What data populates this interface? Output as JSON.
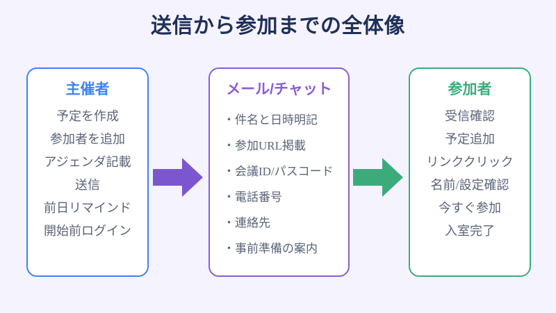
{
  "slide": {
    "title": "送信から参加までの全体像",
    "background_color": "#f5f3fd",
    "title_color": "#1f3058"
  },
  "cards": [
    {
      "id": "host",
      "heading": "主催者",
      "accent_color": "#3d82f7",
      "bullet_prefix": "",
      "items": [
        "予定を作成",
        "参加者を追加",
        "アジェンダ記載",
        "送信",
        "前日リマインド",
        "開始前ログイン"
      ]
    },
    {
      "id": "mail",
      "heading": "メール/チャット",
      "accent_color": "#8b5cd6",
      "bullet_prefix": "・",
      "items": [
        "・件名と日時明記",
        "・参加URL掲載",
        "・会議ID/パスコード",
        "・電話番号",
        "・連絡先",
        "・事前準備の案内"
      ]
    },
    {
      "id": "attendee",
      "heading": "参加者",
      "accent_color": "#3cab7c",
      "bullet_prefix": "",
      "items": [
        "受信確認",
        "予定追加",
        "リンククリック",
        "名前/設定確認",
        "今すぐ参加",
        "入室完了"
      ]
    }
  ],
  "arrows": [
    {
      "id": "host-to-mail",
      "color": "#7c56ce",
      "direction": "right"
    },
    {
      "id": "mail-to-attendee",
      "color": "#3cab7c",
      "direction": "right"
    }
  ],
  "text_color": "#5a6478"
}
